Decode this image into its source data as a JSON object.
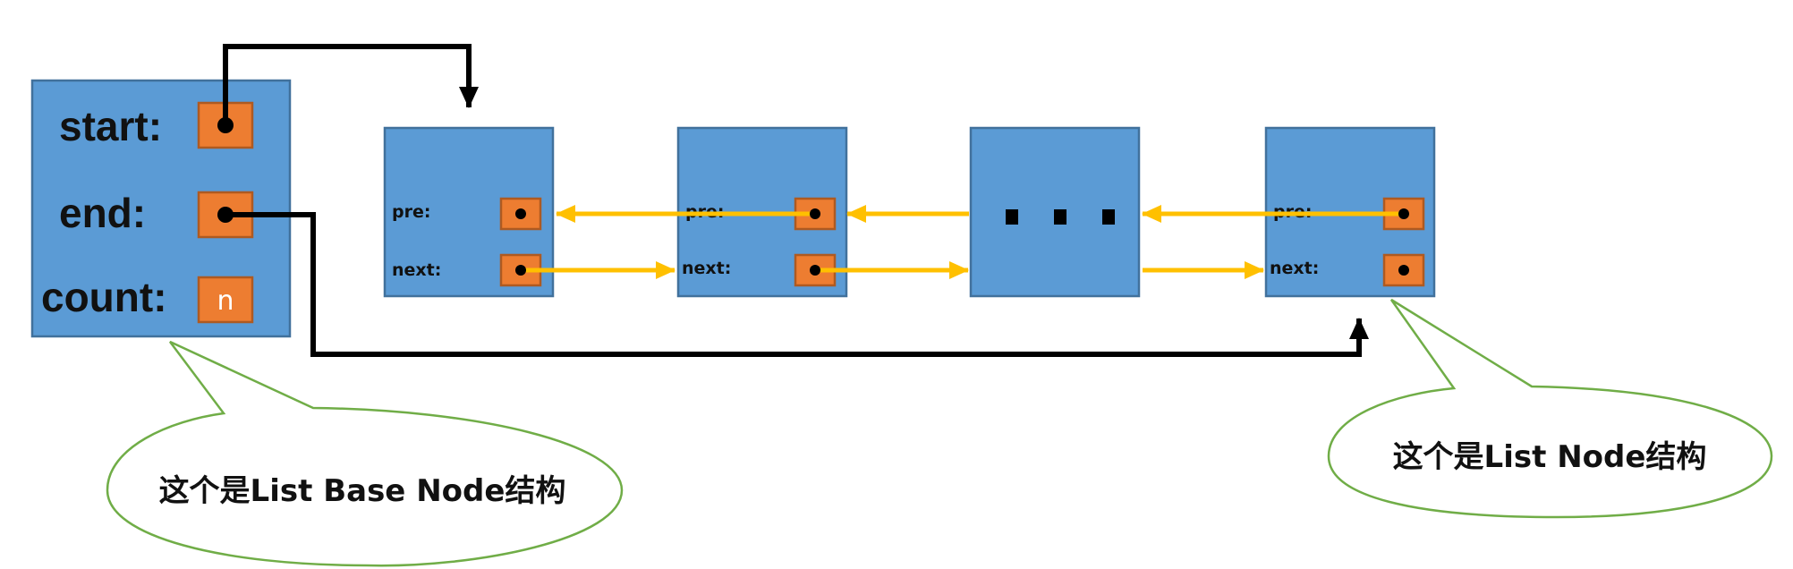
{
  "base_node": {
    "fields": [
      {
        "label": "start:"
      },
      {
        "label": "end:"
      },
      {
        "label": "count:",
        "value": "n"
      }
    ]
  },
  "list_nodes": [
    {
      "pre_label": "pre:",
      "next_label": "next:"
    },
    {
      "pre_label": "pre:",
      "next_label": "next:"
    },
    {
      "ellipsis": true
    },
    {
      "pre_label": "pre:",
      "next_label": "next:"
    }
  ],
  "callouts": {
    "base_node": "这个是List Base Node结构",
    "list_node": "这个是List Node结构"
  },
  "colors": {
    "box_fill": "#5b9bd5",
    "box_stroke": "#41719c",
    "slot_fill": "#ed7d31",
    "slot_stroke": "#ae5a21",
    "arrow_yellow": "#ffc000",
    "arrow_black": "#000000",
    "callout_stroke": "#70ad47"
  }
}
